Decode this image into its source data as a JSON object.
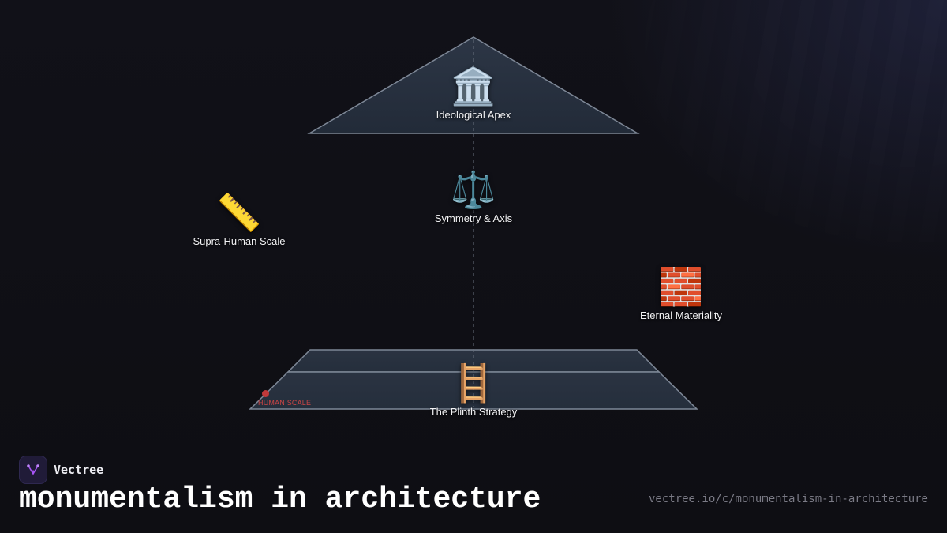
{
  "diagram": {
    "nodes": [
      {
        "id": "apex",
        "icon": "classical-building-icon",
        "emoji": "🏛️",
        "label": "Ideological Apex"
      },
      {
        "id": "axis",
        "icon": "balance-scale-icon",
        "emoji": "⚖️",
        "label": "Symmetry & Axis"
      },
      {
        "id": "scale",
        "icon": "straight-ruler-icon",
        "emoji": "📏",
        "label": "Supra-Human Scale"
      },
      {
        "id": "materiality",
        "icon": "brick-icon",
        "emoji": "🧱",
        "label": "Eternal Materiality"
      },
      {
        "id": "plinth",
        "icon": "ladder-icon",
        "emoji": "🪜",
        "label": "The Plinth Strategy"
      }
    ],
    "marker": {
      "label": "HUMAN SCALE",
      "color": "#c0393b"
    }
  },
  "brand": {
    "name": "Vectree",
    "logo_icon": "vectree-logo-icon"
  },
  "footer": {
    "title": "monumentalism in architecture",
    "url": "vectree.io/c/monumentalism-in-architecture"
  },
  "colors": {
    "background": "#111117",
    "shape_fill": "#2a3443",
    "shape_stroke": "#7d8796",
    "accent_red": "#c0393b"
  }
}
